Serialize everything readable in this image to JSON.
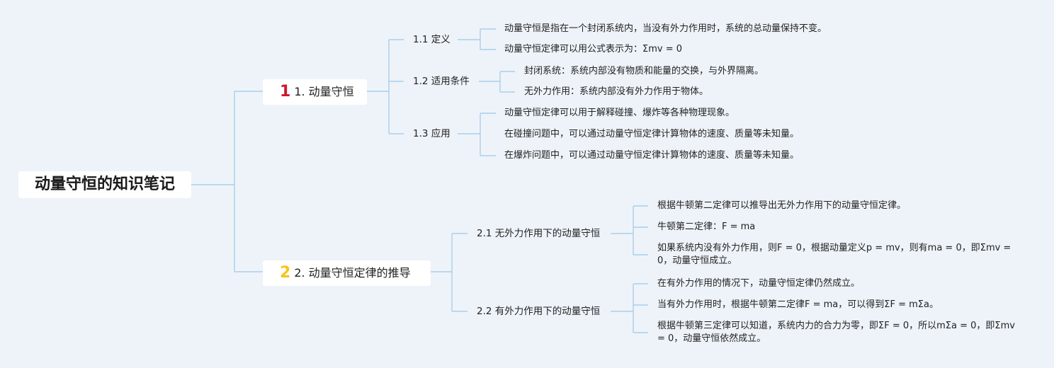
{
  "root": {
    "title": "动量守恒的知识笔记"
  },
  "topics": [
    {
      "badge": "1",
      "badge_color": "#d0162b",
      "label": "1. 动量守恒",
      "subtopics": [
        {
          "label": "1.1 定义",
          "leaves": [
            "动量守恒是指在一个封闭系统内，当没有外力作用时，系统的总动量保持不变。",
            "动量守恒定律可以用公式表示为：Σmv = 0"
          ]
        },
        {
          "label": "1.2 适用条件",
          "leaves": [
            "封闭系统：系统内部没有物质和能量的交换，与外界隔离。",
            "无外力作用：系统内部没有外力作用于物体。"
          ]
        },
        {
          "label": "1.3 应用",
          "leaves": [
            "动量守恒定律可以用于解释碰撞、爆炸等各种物理现象。",
            "在碰撞问题中，可以通过动量守恒定律计算物体的速度、质量等未知量。",
            "在爆炸问题中，可以通过动量守恒定律计算物体的速度、质量等未知量。"
          ]
        }
      ]
    },
    {
      "badge": "2",
      "badge_color": "#f5c518",
      "label": "2. 动量守恒定律的推导",
      "subtopics": [
        {
          "label": "2.1 无外力作用下的动量守恒",
          "leaves": [
            "根据牛顿第二定律可以推导出无外力作用下的动量守恒定律。",
            "牛顿第二定律：F = ma",
            "如果系统内没有外力作用，则F = 0，根据动量定义p = mv，则有ma = 0，即Σmv = 0，动量守恒成立。"
          ]
        },
        {
          "label": "2.2 有外力作用下的动量守恒",
          "leaves": [
            "在有外力作用的情况下，动量守恒定律仍然成立。",
            "当有外力作用时，根据牛顿第二定律F = ma，可以得到ΣF = mΣa。",
            "根据牛顿第三定律可以知道，系统内力的合力为零，即ΣF = 0，所以mΣa = 0，即Σmv = 0，动量守恒依然成立。"
          ]
        }
      ]
    }
  ],
  "colors": {
    "line": "#a8d0ea"
  }
}
